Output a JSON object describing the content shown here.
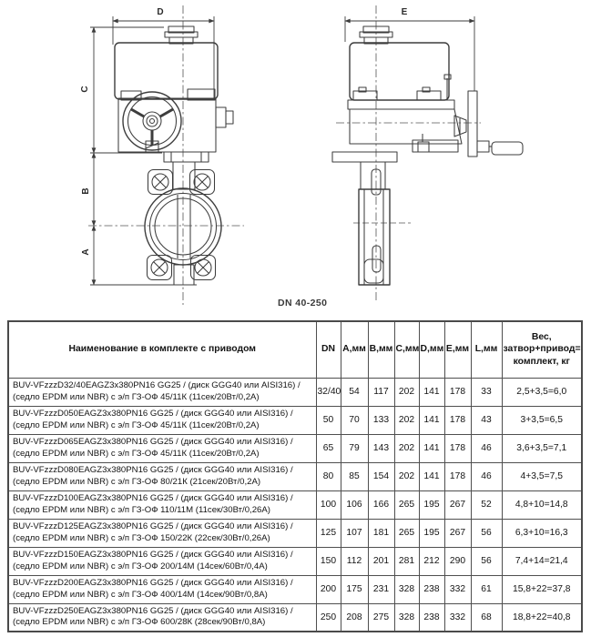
{
  "drawing": {
    "caption": "DN 40-250",
    "labels": {
      "front_width": "D",
      "front_h_top": "C",
      "front_h_mid": "B",
      "front_h_bot": "A",
      "side_width": "E"
    }
  },
  "table": {
    "headers": [
      "Наименование в комплекте с приводом",
      "DN",
      "A,мм",
      "B,мм",
      "C,мм",
      "D,мм",
      "E,мм",
      "L,мм",
      "Вес,\nзатвор+привод=\nкомплект, кг"
    ],
    "rows": [
      {
        "name": "BUV-VFzzzD32/40EAGZ3x380PN16 GG25 / (диск GGG40 или AISI316) /\n(седло EPDM или NBR) с э/п ГЗ-ОФ 45/11К (11сек/20Вт/0,2А)",
        "dn": "32/40",
        "a": "54",
        "b": "117",
        "c": "202",
        "d": "141",
        "e": "178",
        "l": "33",
        "weight": "2,5+3,5=6,0"
      },
      {
        "name": "BUV-VFzzzD050EAGZ3x380PN16 GG25 / (диск GGG40 или AISI316) /\n(седло EPDM или NBR) с э/п ГЗ-ОФ 45/11К (11сек/20Вт/0,2А)",
        "dn": "50",
        "a": "70",
        "b": "133",
        "c": "202",
        "d": "141",
        "e": "178",
        "l": "43",
        "weight": "3+3,5=6,5"
      },
      {
        "name": "BUV-VFzzzD065EAGZ3x380PN16 GG25 / (диск GGG40 или AISI316) /\n(седло EPDM или NBR) с э/п ГЗ-ОФ 45/11К (11сек/20Вт/0,2А)",
        "dn": "65",
        "a": "79",
        "b": "143",
        "c": "202",
        "d": "141",
        "e": "178",
        "l": "46",
        "weight": "3,6+3,5=7,1"
      },
      {
        "name": "BUV-VFzzzD080EAGZ3x380PN16 GG25 / (диск GGG40 или AISI316) /\n(седло EPDM или NBR) с э/п ГЗ-ОФ 80/21К (21сек/20Вт/0,2А)",
        "dn": "80",
        "a": "85",
        "b": "154",
        "c": "202",
        "d": "141",
        "e": "178",
        "l": "46",
        "weight": "4+3,5=7,5"
      },
      {
        "name": "BUV-VFzzzD100EAGZ3x380PN16 GG25 / (диск GGG40 или AISI316) /\n(седло EPDM или NBR) с э/п ГЗ-ОФ 110/11М (11сек/30Вт/0,26А)",
        "dn": "100",
        "a": "106",
        "b": "166",
        "c": "265",
        "d": "195",
        "e": "267",
        "l": "52",
        "weight": "4,8+10=14,8"
      },
      {
        "name": "BUV-VFzzzD125EAGZ3x380PN16 GG25 / (диск GGG40 или AISI316) /\n(седло EPDM или NBR) с э/п ГЗ-ОФ 150/22К (22сек/30Вт/0,26А)",
        "dn": "125",
        "a": "107",
        "b": "181",
        "c": "265",
        "d": "195",
        "e": "267",
        "l": "56",
        "weight": "6,3+10=16,3"
      },
      {
        "name": "BUV-VFzzzD150EAGZ3x380PN16 GG25 / (диск GGG40 или AISI316) /\n(седло EPDM или NBR) с э/п ГЗ-ОФ 200/14М (14сек/60Вт/0,4А)",
        "dn": "150",
        "a": "112",
        "b": "201",
        "c": "281",
        "d": "212",
        "e": "290",
        "l": "56",
        "weight": "7,4+14=21,4"
      },
      {
        "name": "BUV-VFzzzD200EAGZ3x380PN16 GG25 / (диск GGG40 или AISI316) /\n(седло EPDM или NBR) с э/п ГЗ-ОФ 400/14М (14сек/90Вт/0,8А)",
        "dn": "200",
        "a": "175",
        "b": "231",
        "c": "328",
        "d": "238",
        "e": "332",
        "l": "61",
        "weight": "15,8+22=37,8"
      },
      {
        "name": "BUV-VFzzzD250EAGZ3x380PN16 GG25 / (диск GGG40 или AISI316) /\n(седло EPDM или NBR) с э/п ГЗ-ОФ 600/28К (28сек/90Вт/0,8А)",
        "dn": "250",
        "a": "208",
        "b": "275",
        "c": "328",
        "d": "238",
        "e": "332",
        "l": "68",
        "weight": "18,8+22=40,8"
      }
    ]
  }
}
